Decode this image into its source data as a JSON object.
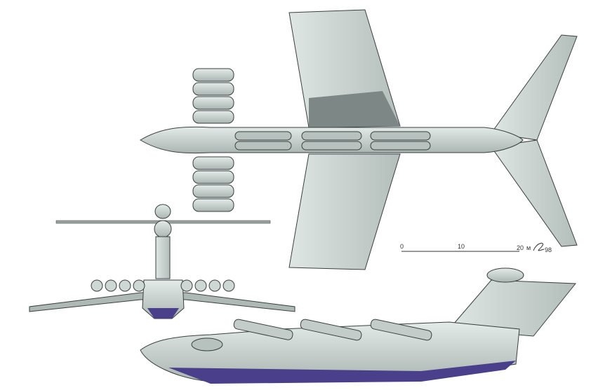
{
  "scale_bar": {
    "labels": [
      "0",
      "10",
      "20"
    ],
    "unit": "м"
  },
  "signature": {
    "text": "98"
  },
  "colors": {
    "hull": "#c9d3cf",
    "hull_dark": "#8f9a98",
    "shadow": "#5f6b6a",
    "underside": "#4a3f8a",
    "outline": "#3a3f40"
  }
}
